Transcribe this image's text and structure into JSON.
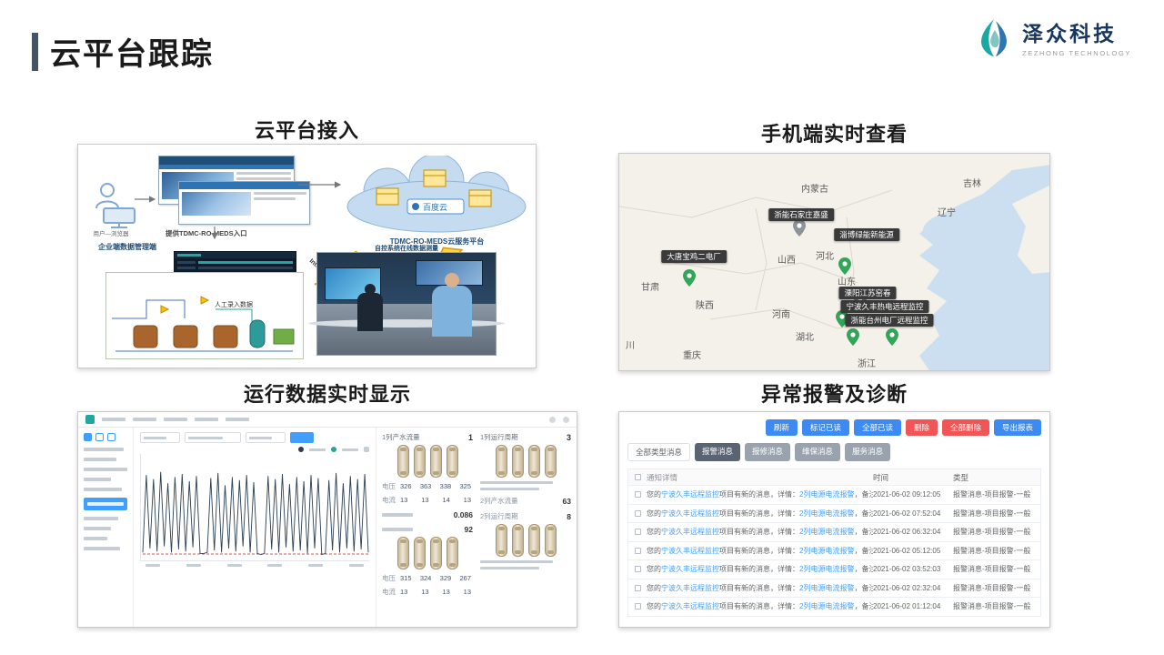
{
  "slide": {
    "title": "云平台跟踪"
  },
  "brand": {
    "name": "泽众科技",
    "subtitle": "ZEZHONG TECHNOLOGY"
  },
  "panels": {
    "access": {
      "caption": "云平台接入",
      "user_label": "用户—浏览器",
      "portal_note": "提供TDMC-RO-MEDS入口",
      "cloud_brand": "百度云",
      "cloud_platform_label": "TDMC-RO-MEDS云服务平台",
      "internet_label_1": "Internet",
      "internet_label_2": "Internet",
      "enterprise_label": "企业端数据管理端",
      "manual_entry_label": "人工录入数据",
      "scada_label": "自控系统在线数据测量"
    },
    "mobile": {
      "caption": "手机端实时查看",
      "provinces": [
        {
          "name": "内蒙古"
        },
        {
          "name": "吉林"
        },
        {
          "name": "辽宁"
        },
        {
          "name": "河北"
        },
        {
          "name": "山西"
        },
        {
          "name": "山东"
        },
        {
          "name": "甘肃"
        },
        {
          "name": "陕西"
        },
        {
          "name": "河南"
        },
        {
          "name": "湖北"
        },
        {
          "name": "重庆"
        },
        {
          "name": "浙江"
        },
        {
          "name": "川"
        }
      ],
      "plants": [
        {
          "name": "浙能石家庄嘉盛"
        },
        {
          "name": "淄博绿能新能源"
        },
        {
          "name": "大唐宝鸡二电厂"
        },
        {
          "name": "溧阳江苏窑春"
        },
        {
          "name": "宁波久丰热电远程监控"
        },
        {
          "name": "浙能台州电厂远程监控"
        }
      ]
    },
    "realtime": {
      "caption": "运行数据实时显示",
      "group1": {
        "col_a_label": "1列产水流量",
        "col_a_value": "1",
        "col_b_label": "1列运行周期",
        "col_b_value": "3",
        "voltage_label": "电压",
        "voltage": [
          "326",
          "363",
          "338",
          "325"
        ],
        "current_label": "电流",
        "current": [
          "13",
          "13",
          "14",
          "13"
        ]
      },
      "middle": {
        "m1_value": "0.086",
        "m2_label": "2列产水流量",
        "m2_value": "63",
        "m3_value": "92",
        "m4_label": "2列运行周期",
        "m4_value": "8"
      },
      "group2": {
        "voltage_label": "电压",
        "voltage": [
          "315",
          "324",
          "329",
          "267"
        ],
        "current_label": "电流",
        "current": [
          "13",
          "13",
          "13",
          "13"
        ]
      },
      "spark": [
        0.06,
        0.82,
        0.1,
        0.78,
        0.07,
        0.85,
        0.12,
        0.74,
        0.06,
        0.8,
        0.09,
        0.83,
        0.07,
        0.76,
        0.11,
        0.81,
        0.05,
        0.05,
        0.06,
        0.79,
        0.08,
        0.84,
        0.06,
        0.72,
        0.1,
        0.8,
        0.07,
        0.77,
        0.12,
        0.82,
        0.06,
        0.75,
        0.05,
        0.04,
        0.05,
        0.81,
        0.09,
        0.78,
        0.06,
        0.83,
        0.11,
        0.73,
        0.07,
        0.8,
        0.08,
        0.76,
        0.05,
        0.82,
        0.1,
        0.79,
        0.04,
        0.05,
        0.77,
        0.08,
        0.84,
        0.06,
        0.74,
        0.1,
        0.81,
        0.07,
        0.78,
        0.09,
        0.83,
        0.06
      ]
    },
    "alarm": {
      "caption": "异常报警及诊断",
      "toolbar": [
        {
          "label": "刷新",
          "kind": "blue"
        },
        {
          "label": "标记已读",
          "kind": "blue"
        },
        {
          "label": "全部已读",
          "kind": "blue"
        },
        {
          "label": "删除",
          "kind": "red"
        },
        {
          "label": "全部删除",
          "kind": "red"
        },
        {
          "label": "导出报表",
          "kind": "blue"
        }
      ],
      "tabs": [
        {
          "label": "全部类型消息",
          "state": "plain"
        },
        {
          "label": "报警消息",
          "state": "active"
        },
        {
          "label": "报修消息",
          "state": "gray"
        },
        {
          "label": "维保消息",
          "state": "gray"
        },
        {
          "label": "服务消息",
          "state": "gray"
        }
      ],
      "columns": {
        "detail": "通知详情",
        "time": "时间",
        "type": "类型"
      },
      "message": {
        "p1": "您的",
        "link1": "宁波久丰远程监控",
        "p2": "项目有新的消息，详情：",
        "link2": "2列电源电流报警",
        "p3": "，备注：无"
      },
      "rows": [
        {
          "time": "2021-06-02 09:12:05",
          "type": "报警消息-项目报警-一般"
        },
        {
          "time": "2021-06-02 07:52:04",
          "type": "报警消息-项目报警-一般"
        },
        {
          "time": "2021-06-02 06:32:04",
          "type": "报警消息-项目报警-一般"
        },
        {
          "time": "2021-06-02 05:12:05",
          "type": "报警消息-项目报警-一般"
        },
        {
          "time": "2021-06-02 03:52:03",
          "type": "报警消息-项目报警-一般"
        },
        {
          "time": "2021-06-02 02:32:04",
          "type": "报警消息-项目报警-一般"
        },
        {
          "time": "2021-06-02 01:12:04",
          "type": "报警消息-项目报警-一般"
        }
      ]
    }
  },
  "colors": {
    "accent_blue": "#409EFF",
    "danger_red": "#F25555",
    "pin_green": "#33A558",
    "pin_gray": "#8C939B",
    "brand_teal": "#1BA8A0",
    "brand_navy": "#1F4E79"
  }
}
